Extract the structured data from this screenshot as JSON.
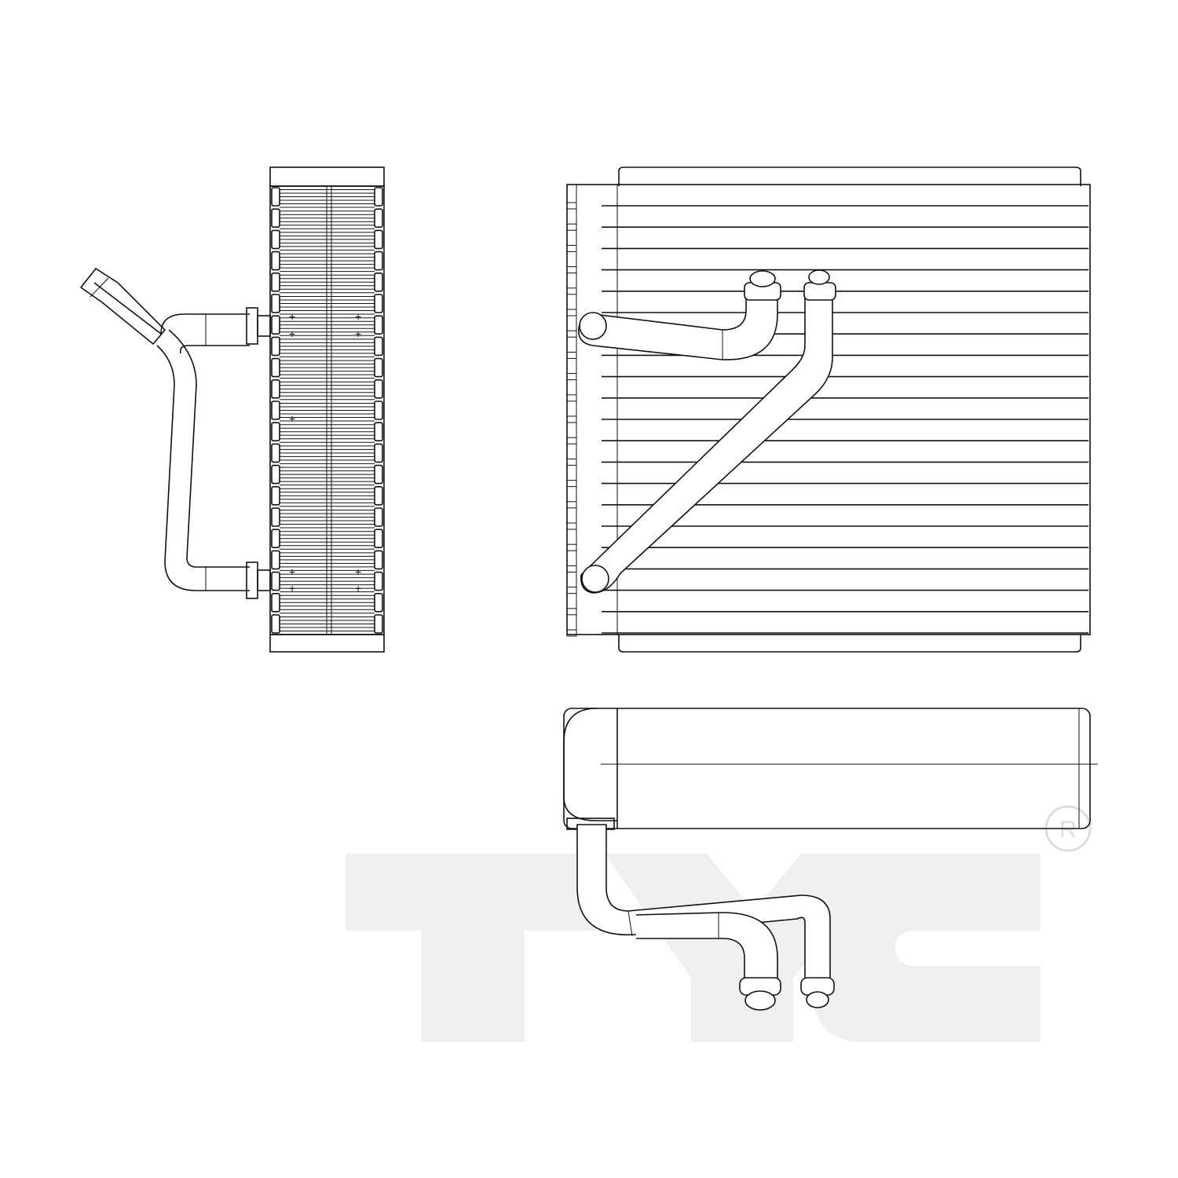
{
  "diagram": {
    "views": [
      {
        "id": "side-view"
      },
      {
        "id": "front-view"
      },
      {
        "id": "top-view"
      }
    ],
    "colors": {
      "line": "#111111",
      "watermark": "#efefef",
      "background": "#ffffff"
    }
  },
  "watermark": {
    "logo_text": "TYC",
    "registered_mark": "®"
  }
}
